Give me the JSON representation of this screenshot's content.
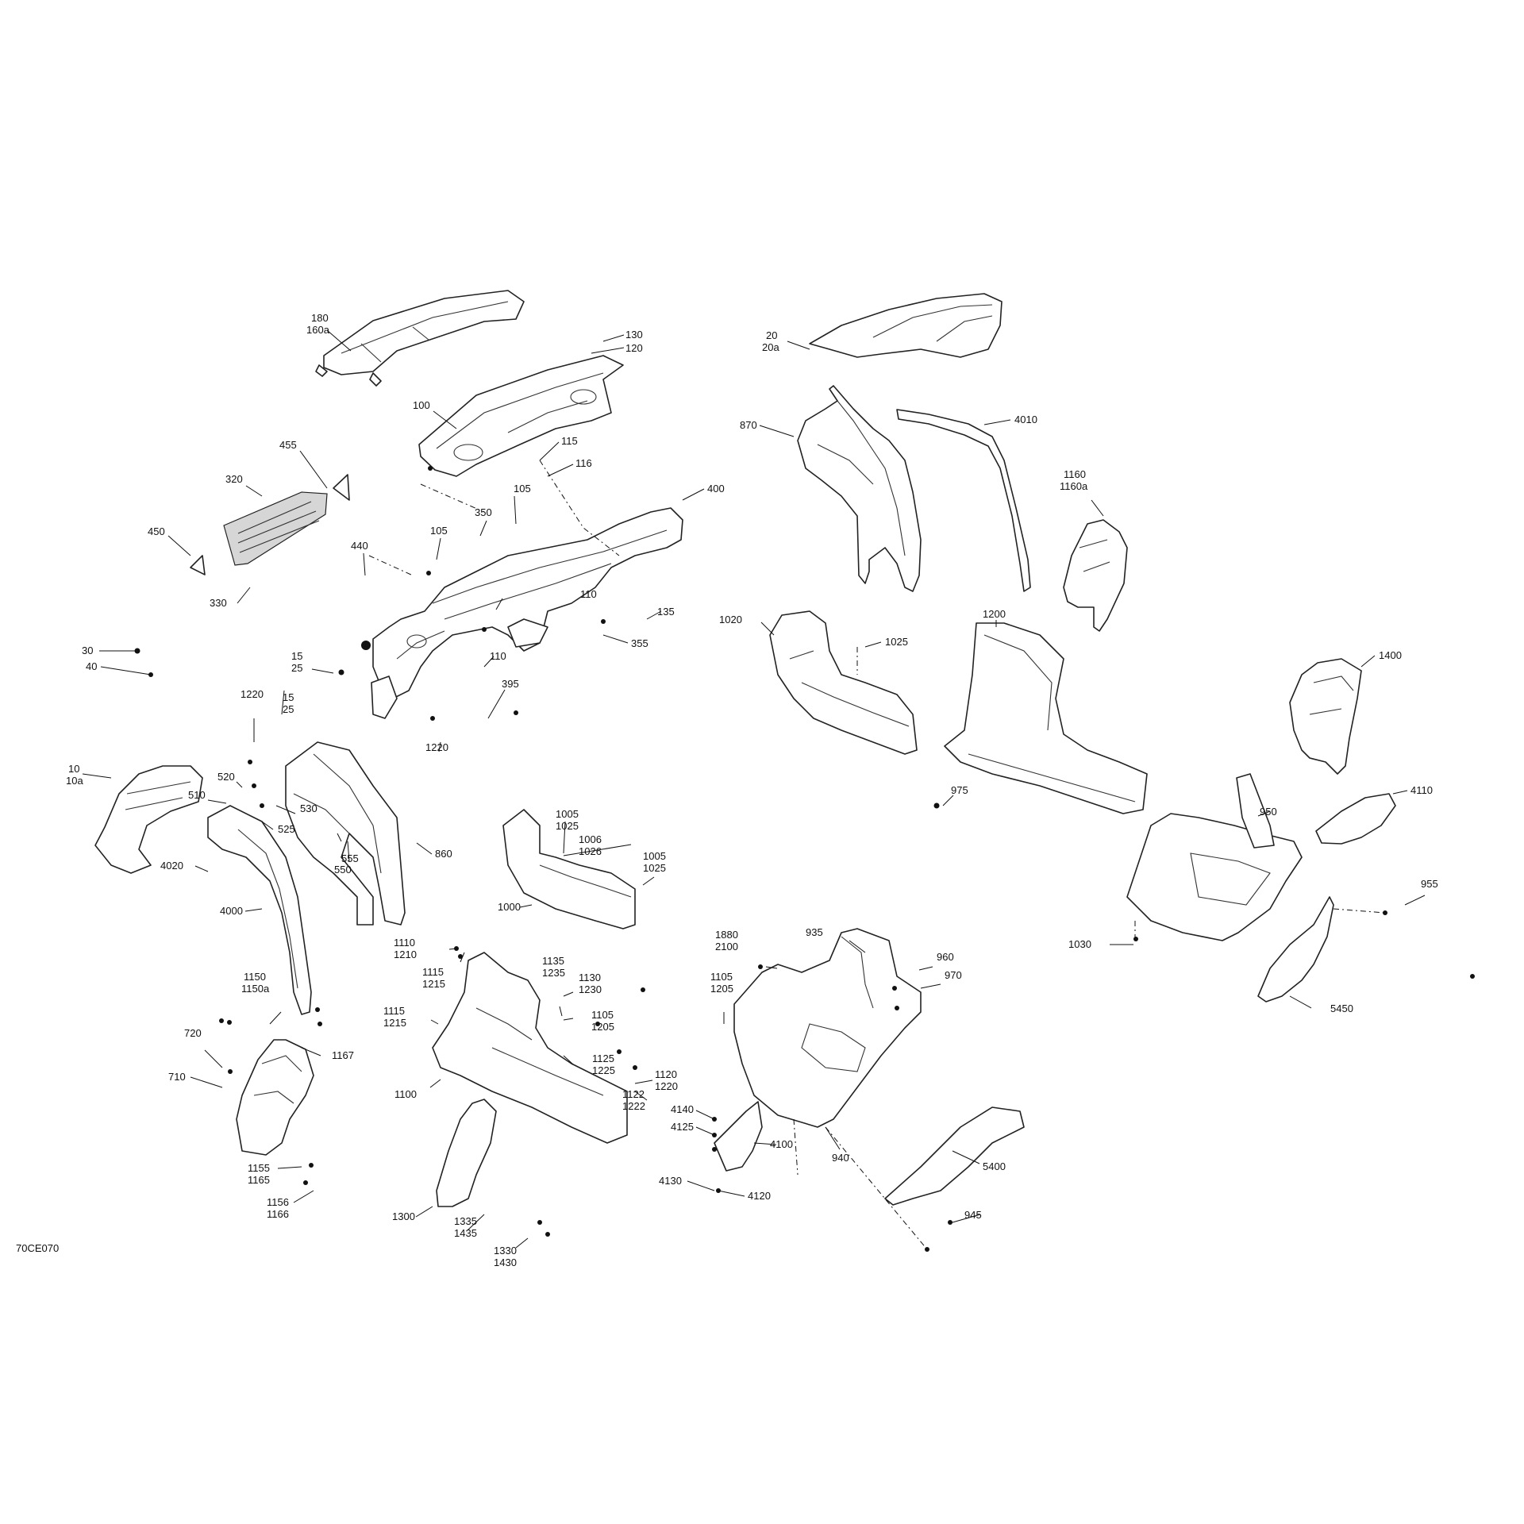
{
  "diagram_ref": "70CE070",
  "callouts": [
    [
      "180",
      "160a"
    ],
    [
      "130"
    ],
    [
      "120"
    ],
    [
      "20",
      "20a"
    ],
    [
      "100"
    ],
    [
      "870"
    ],
    [
      "4010"
    ],
    [
      "455"
    ],
    [
      "115"
    ],
    [
      "116"
    ],
    [
      "320"
    ],
    [
      "1160",
      "1160a"
    ],
    [
      "105"
    ],
    [
      "400"
    ],
    [
      "350"
    ],
    [
      "450"
    ],
    [
      "105"
    ],
    [
      "440"
    ],
    [
      "330"
    ],
    [
      "110"
    ],
    [
      "135"
    ],
    [
      "1020"
    ],
    [
      "1025"
    ],
    [
      "1200"
    ],
    [
      "355"
    ],
    [
      "30"
    ],
    [
      "40"
    ],
    [
      "1400"
    ],
    [
      "15",
      "25"
    ],
    [
      "110"
    ],
    [
      "395"
    ],
    [
      "1220"
    ],
    [
      "15",
      "25"
    ],
    [
      "10",
      "10a"
    ],
    [
      "1220"
    ],
    [
      "975"
    ],
    [
      "520"
    ],
    [
      "510"
    ],
    [
      "530"
    ],
    [
      "4110"
    ],
    [
      "950"
    ],
    [
      "525"
    ],
    [
      "1005",
      "1025"
    ],
    [
      "1006",
      "1026"
    ],
    [
      "860"
    ],
    [
      "4020"
    ],
    [
      "550"
    ],
    [
      "555"
    ],
    [
      "1005",
      "1025"
    ],
    [
      "955"
    ],
    [
      "1000"
    ],
    [
      "4000"
    ],
    [
      "1030"
    ],
    [
      "1110",
      "1210"
    ],
    [
      "935"
    ],
    [
      "1880",
      "2100"
    ],
    [
      "960"
    ],
    [
      "1115",
      "1215"
    ],
    [
      "1135",
      "1235"
    ],
    [
      "970"
    ],
    [
      "1150",
      "1150a"
    ],
    [
      "1130",
      "1230"
    ],
    [
      "1105",
      "1205"
    ],
    [
      "1115",
      "1215"
    ],
    [
      "1105",
      "1205"
    ],
    [
      "5450"
    ],
    [
      "720"
    ],
    [
      "1167"
    ],
    [
      "1125",
      "1225"
    ],
    [
      "710"
    ],
    [
      "1120",
      "1220"
    ],
    [
      "1100"
    ],
    [
      "1122",
      "1222"
    ],
    [
      "4140"
    ],
    [
      "4125"
    ],
    [
      "4100"
    ],
    [
      "940"
    ],
    [
      "5400"
    ],
    [
      "1155",
      "1165"
    ],
    [
      "4130"
    ],
    [
      "4120"
    ],
    [
      "1156",
      "1166"
    ],
    [
      "1300"
    ],
    [
      "945"
    ],
    [
      "1335",
      "1435"
    ],
    [
      "1330",
      "1430"
    ]
  ]
}
